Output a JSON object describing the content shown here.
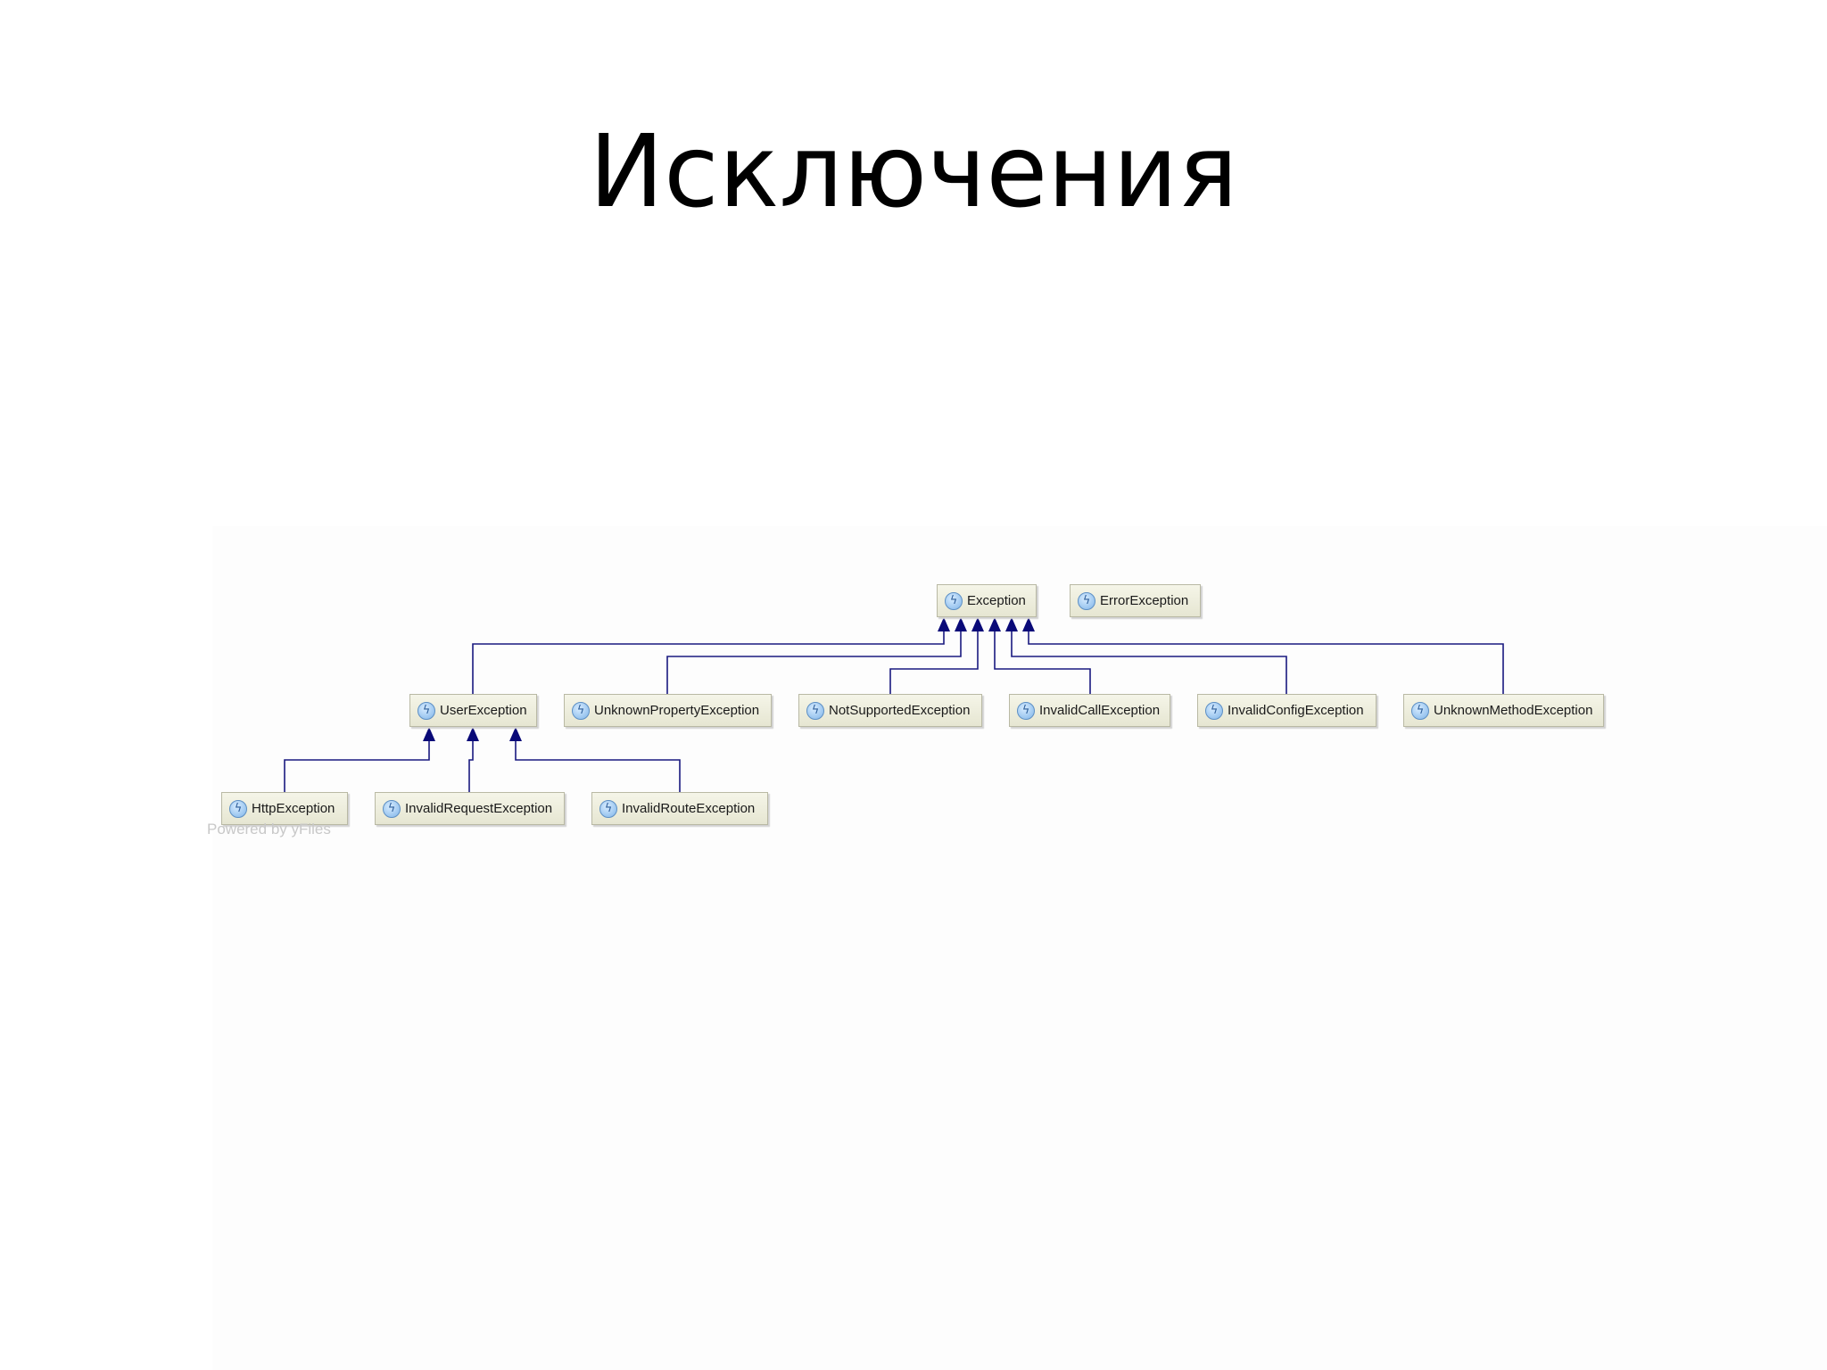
{
  "slide": {
    "title": "Исключения"
  },
  "diagram": {
    "nodes": [
      {
        "id": "exception",
        "label": "Exception",
        "icon": "exception-class-icon"
      },
      {
        "id": "error-exception",
        "label": "ErrorException",
        "icon": "exception-class-icon"
      },
      {
        "id": "user-exception",
        "label": "UserException",
        "icon": "exception-class-icon"
      },
      {
        "id": "unknown-property-exception",
        "label": "UnknownPropertyException",
        "icon": "exception-class-icon"
      },
      {
        "id": "not-supported-exception",
        "label": "NotSupportedException",
        "icon": "exception-class-icon"
      },
      {
        "id": "invalid-call-exception",
        "label": "InvalidCallException",
        "icon": "exception-class-icon"
      },
      {
        "id": "invalid-config-exception",
        "label": "InvalidConfigException",
        "icon": "exception-class-icon"
      },
      {
        "id": "unknown-method-exception",
        "label": "UnknownMethodException",
        "icon": "exception-class-icon"
      },
      {
        "id": "http-exception",
        "label": "HttpException",
        "icon": "exception-class-icon"
      },
      {
        "id": "invalid-request-exception",
        "label": "InvalidRequestException",
        "icon": "exception-class-icon"
      },
      {
        "id": "invalid-route-exception",
        "label": "InvalidRouteException",
        "icon": "exception-class-icon"
      }
    ],
    "edges": [
      {
        "from": "user-exception",
        "to": "exception"
      },
      {
        "from": "unknown-property-exception",
        "to": "exception"
      },
      {
        "from": "not-supported-exception",
        "to": "exception"
      },
      {
        "from": "invalid-call-exception",
        "to": "exception"
      },
      {
        "from": "invalid-config-exception",
        "to": "exception"
      },
      {
        "from": "unknown-method-exception",
        "to": "exception"
      },
      {
        "from": "http-exception",
        "to": "user-exception"
      },
      {
        "from": "invalid-request-exception",
        "to": "user-exception"
      },
      {
        "from": "invalid-route-exception",
        "to": "user-exception"
      }
    ],
    "colors": {
      "edge": "#1a1a80",
      "arrowhead": "#0a0a78",
      "node_fill": "#ecece0",
      "node_border": "#b9b9a4"
    },
    "watermark": "Powered by yFiles"
  }
}
